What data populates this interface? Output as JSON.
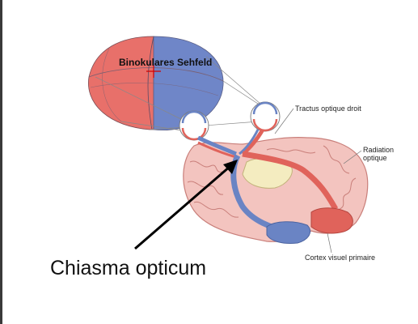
{
  "diagram": {
    "labels": {
      "binocular_field": "Binokulares Sehfeld",
      "tractus": "Tractus optique droit",
      "radiation_line1": "Radiation",
      "radiation_line2": "optique",
      "cortex": "Cortex visuel primaire",
      "chiasma": "Chiasma opticum"
    },
    "colors": {
      "left_field": "#e8706a",
      "right_field": "#6f86c8",
      "brain_tissue": "#f3c4bf",
      "brain_outline": "#c97f7a",
      "pathway_red": "#e0635b",
      "pathway_blue": "#6a84c4",
      "thalamus": "#f4ecc0"
    }
  }
}
